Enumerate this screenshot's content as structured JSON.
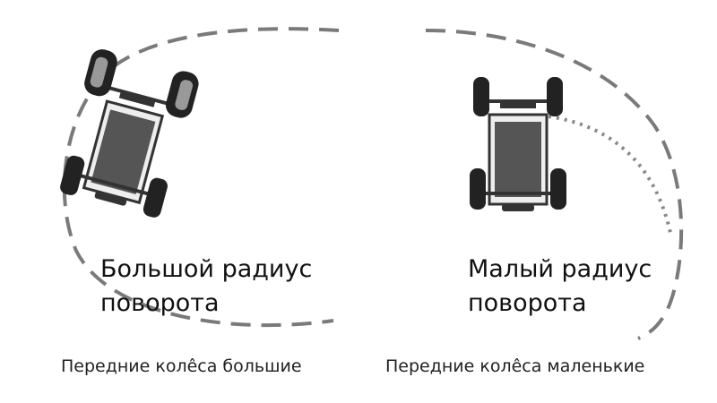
{
  "left": {
    "title_line1": "Большой радиус",
    "title_line2": "поворота",
    "caption": "Передние колêса большие"
  },
  "right": {
    "title_line1": "Малый радиус",
    "title_line2": "поворота",
    "caption": "Передние колêса маленькие"
  },
  "colors": {
    "path": "#7a7a7a",
    "car_body": "#555555",
    "wheel": "#222222"
  }
}
